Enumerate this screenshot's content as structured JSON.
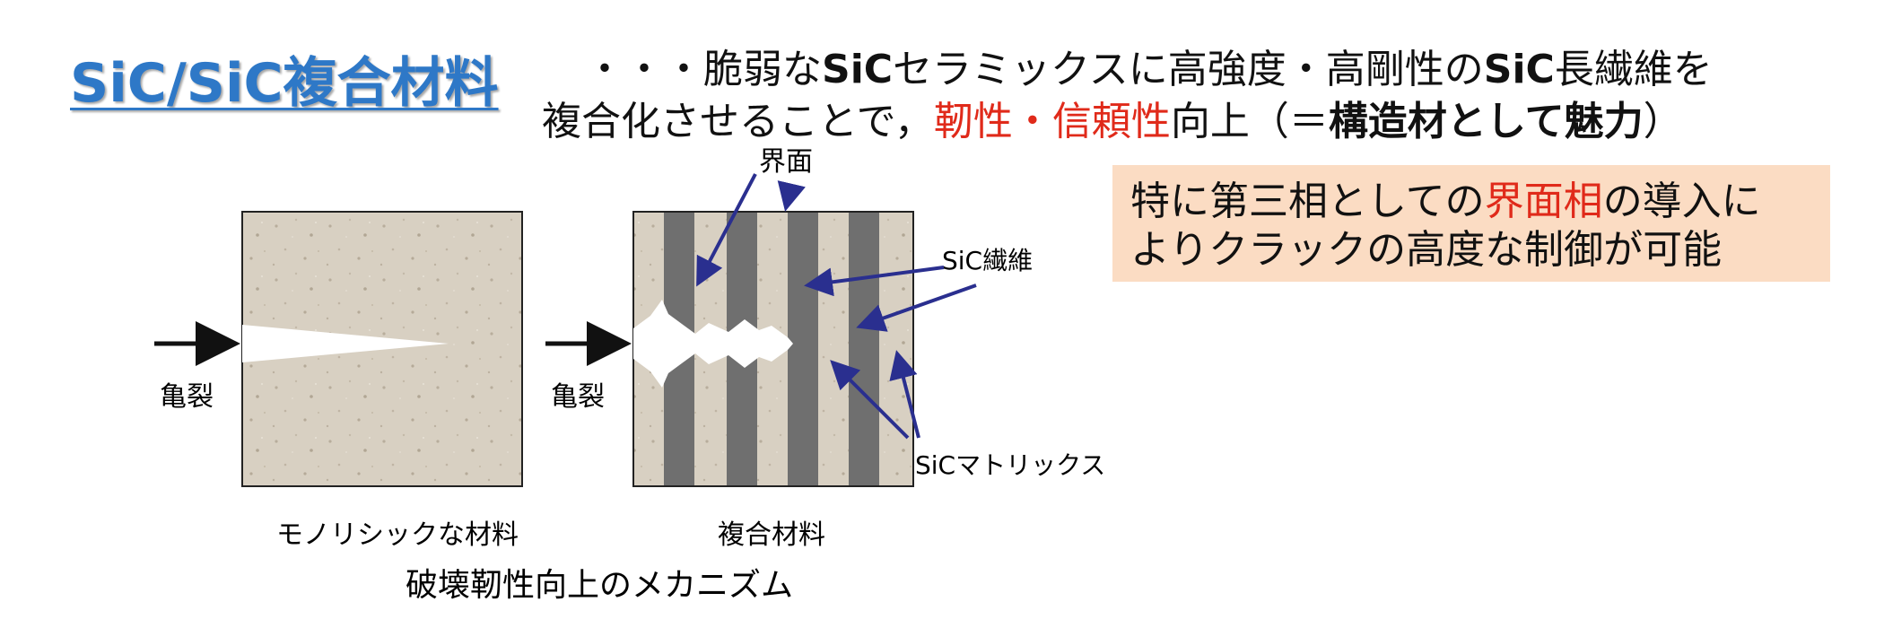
{
  "title": "SiC/SiC複合材料",
  "header": {
    "line1": [
      {
        "text": "・・・脆弱な",
        "style": "normal"
      },
      {
        "text": "SiC",
        "style": "bold"
      },
      {
        "text": "セラミックスに高強度・高剛性の",
        "style": "normal"
      },
      {
        "text": "SiC",
        "style": "bold"
      },
      {
        "text": "長繊維を",
        "style": "normal"
      }
    ],
    "line2": [
      {
        "text": "複合化させることで，",
        "style": "normal"
      },
      {
        "text": "靭性・信頼性",
        "style": "red"
      },
      {
        "text": "向上（＝",
        "style": "normal"
      },
      {
        "text": "構造材として魅力",
        "style": "bold"
      },
      {
        "text": "）",
        "style": "normal"
      }
    ]
  },
  "callout": {
    "line1_a": "特に第三相としての",
    "line1_red": "界面相",
    "line1_b": "の導入に",
    "line2": "よりクラックの高度な制御が可能"
  },
  "diagram": {
    "crack_label_left": "亀裂",
    "crack_label_right": "亀裂",
    "interface_label": "界面",
    "fiber_label": "SiC繊維",
    "matrix_label": "SiCマトリックス",
    "caption_left": "モノリシックな材料",
    "caption_right": "複合材料",
    "caption_main": "破壊靭性向上のメカニズム"
  },
  "colors": {
    "title": "#2e78c7",
    "accent_red": "#e02a1a",
    "callout_bg": "#fbdcc3",
    "matrix": "#d8d0c2",
    "fiber": "#6f6f6f",
    "pointer": "#2a2f8f"
  }
}
